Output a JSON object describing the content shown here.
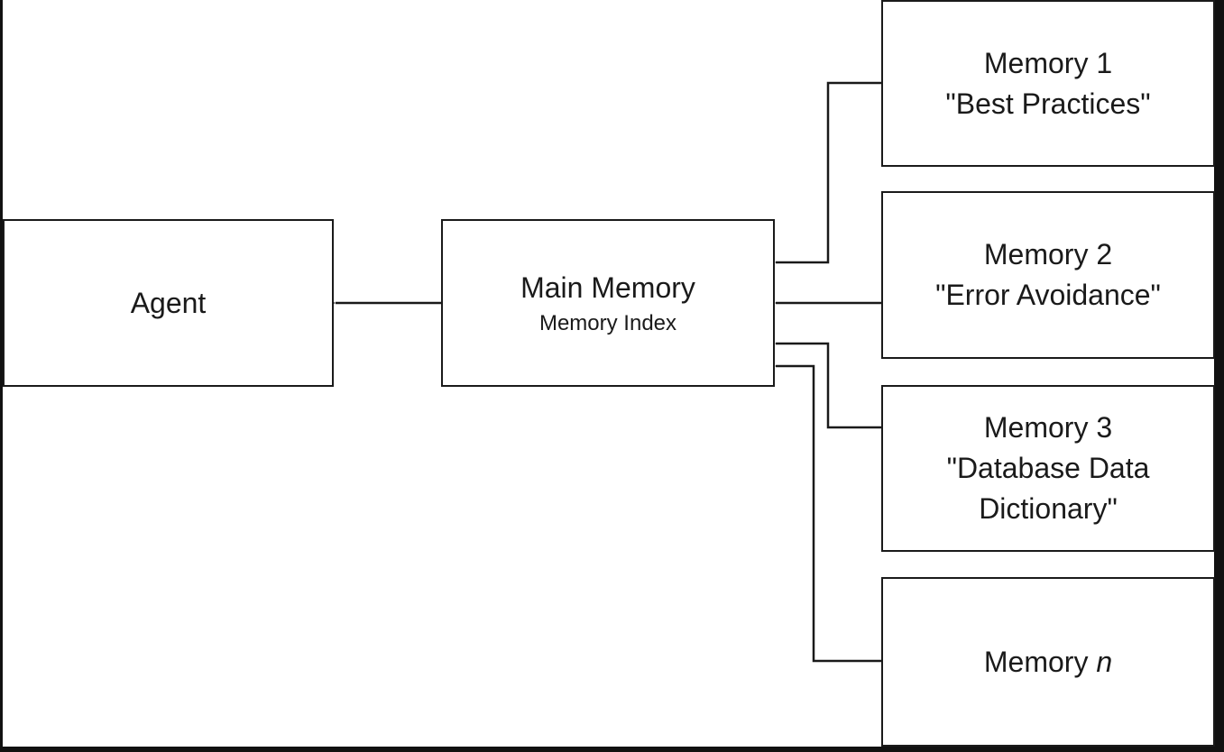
{
  "diagram": {
    "nodes": {
      "agent": {
        "label": "Agent"
      },
      "main_memory": {
        "label": "Main Memory",
        "sublabel": "Memory Index"
      },
      "memory_1": {
        "title": "Memory 1",
        "desc": "\"Best Practices\""
      },
      "memory_2": {
        "title": "Memory 2",
        "desc": "\"Error Avoidance\""
      },
      "memory_3": {
        "title": "Memory 3",
        "desc_line1": "\"Database Data",
        "desc_line2": "Dictionary\""
      },
      "memory_n": {
        "title": "Memory",
        "var": "n"
      }
    },
    "edges": [
      {
        "from": "main_memory",
        "to": "agent"
      },
      {
        "from": "memory_1",
        "to": "main_memory"
      },
      {
        "from": "memory_2",
        "to": "main_memory"
      },
      {
        "from": "memory_3",
        "to": "main_memory"
      },
      {
        "from": "memory_n",
        "to": "main_memory"
      }
    ]
  }
}
